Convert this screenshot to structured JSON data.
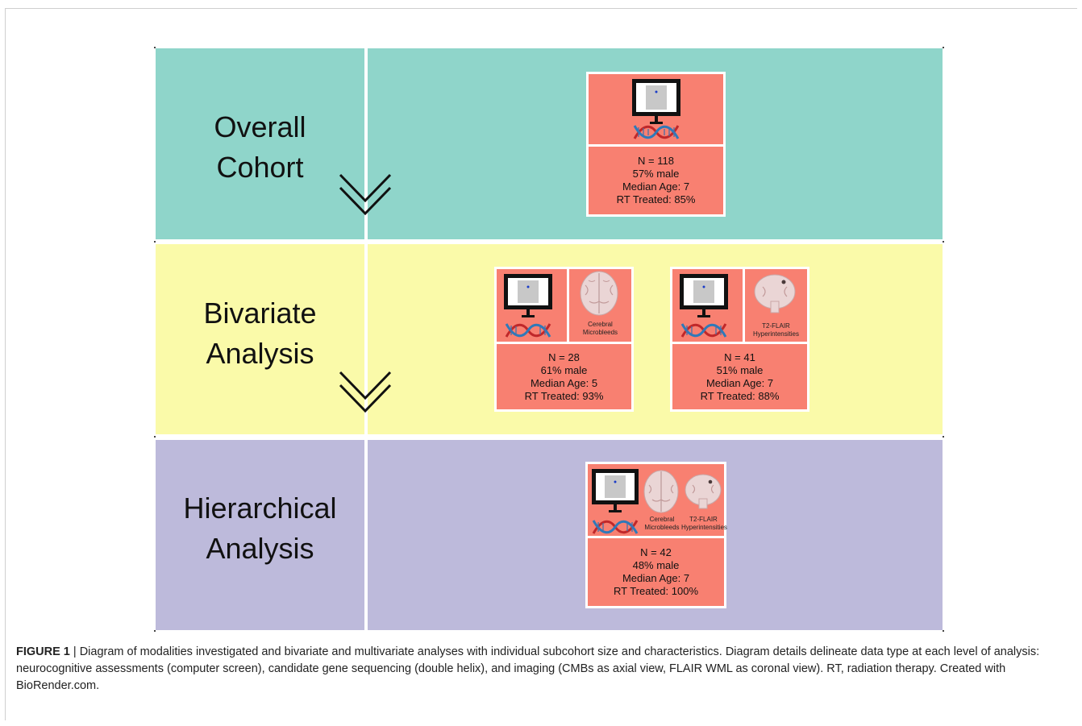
{
  "stages": [
    {
      "line1": "Overall",
      "line2": "Cohort"
    },
    {
      "line1": "Bivariate",
      "line2": "Analysis"
    },
    {
      "line1": "Hierarchical",
      "line2": "Analysis"
    }
  ],
  "cards": {
    "overall": {
      "n": "N = 118",
      "male": "57% male",
      "age": "Median Age: 7",
      "rt": "RT Treated: 85%"
    },
    "cmb": {
      "n": "N = 28",
      "male": "61% male",
      "age": "Median Age: 5",
      "rt": "RT Treated: 93%",
      "img1": "Cerebral",
      "img2": "Microbleeds"
    },
    "flair": {
      "n": "N = 41",
      "male": "51% male",
      "age": "Median Age: 7",
      "rt": "RT Treated: 88%",
      "img1": "T2-FLAIR",
      "img2": "Hyperintensities"
    },
    "hier": {
      "n": "N = 42",
      "male": "48% male",
      "age": "Median Age: 7",
      "rt": "RT Treated: 100%",
      "img_a1": "Cerebral",
      "img_a2": "Microbleeds",
      "img_b1": "T2-FLAIR",
      "img_b2": "Hyperintensities"
    }
  },
  "caption": {
    "label": "FIGURE 1",
    "sep": " | ",
    "text": "Diagram of modalities investigated and bivariate and multivariate analyses with individual subcohort size and characteristics. Diagram details delineate data type at each level of analysis: neurocognitive assessments (computer screen), candidate gene sequencing (double helix), and imaging (CMBs as axial view, FLAIR WML as coronal view). RT, radiation therapy. Created with BioRender.com."
  },
  "colors": {
    "teal": "#8fd5ca",
    "yellow": "#fafaa9",
    "purple": "#bdbadb",
    "card": "#f88071"
  },
  "icons": [
    "computer-screen-icon",
    "dna-helix-icon",
    "brain-axial-icon",
    "brain-coronal-icon",
    "chevron-down-icon"
  ]
}
